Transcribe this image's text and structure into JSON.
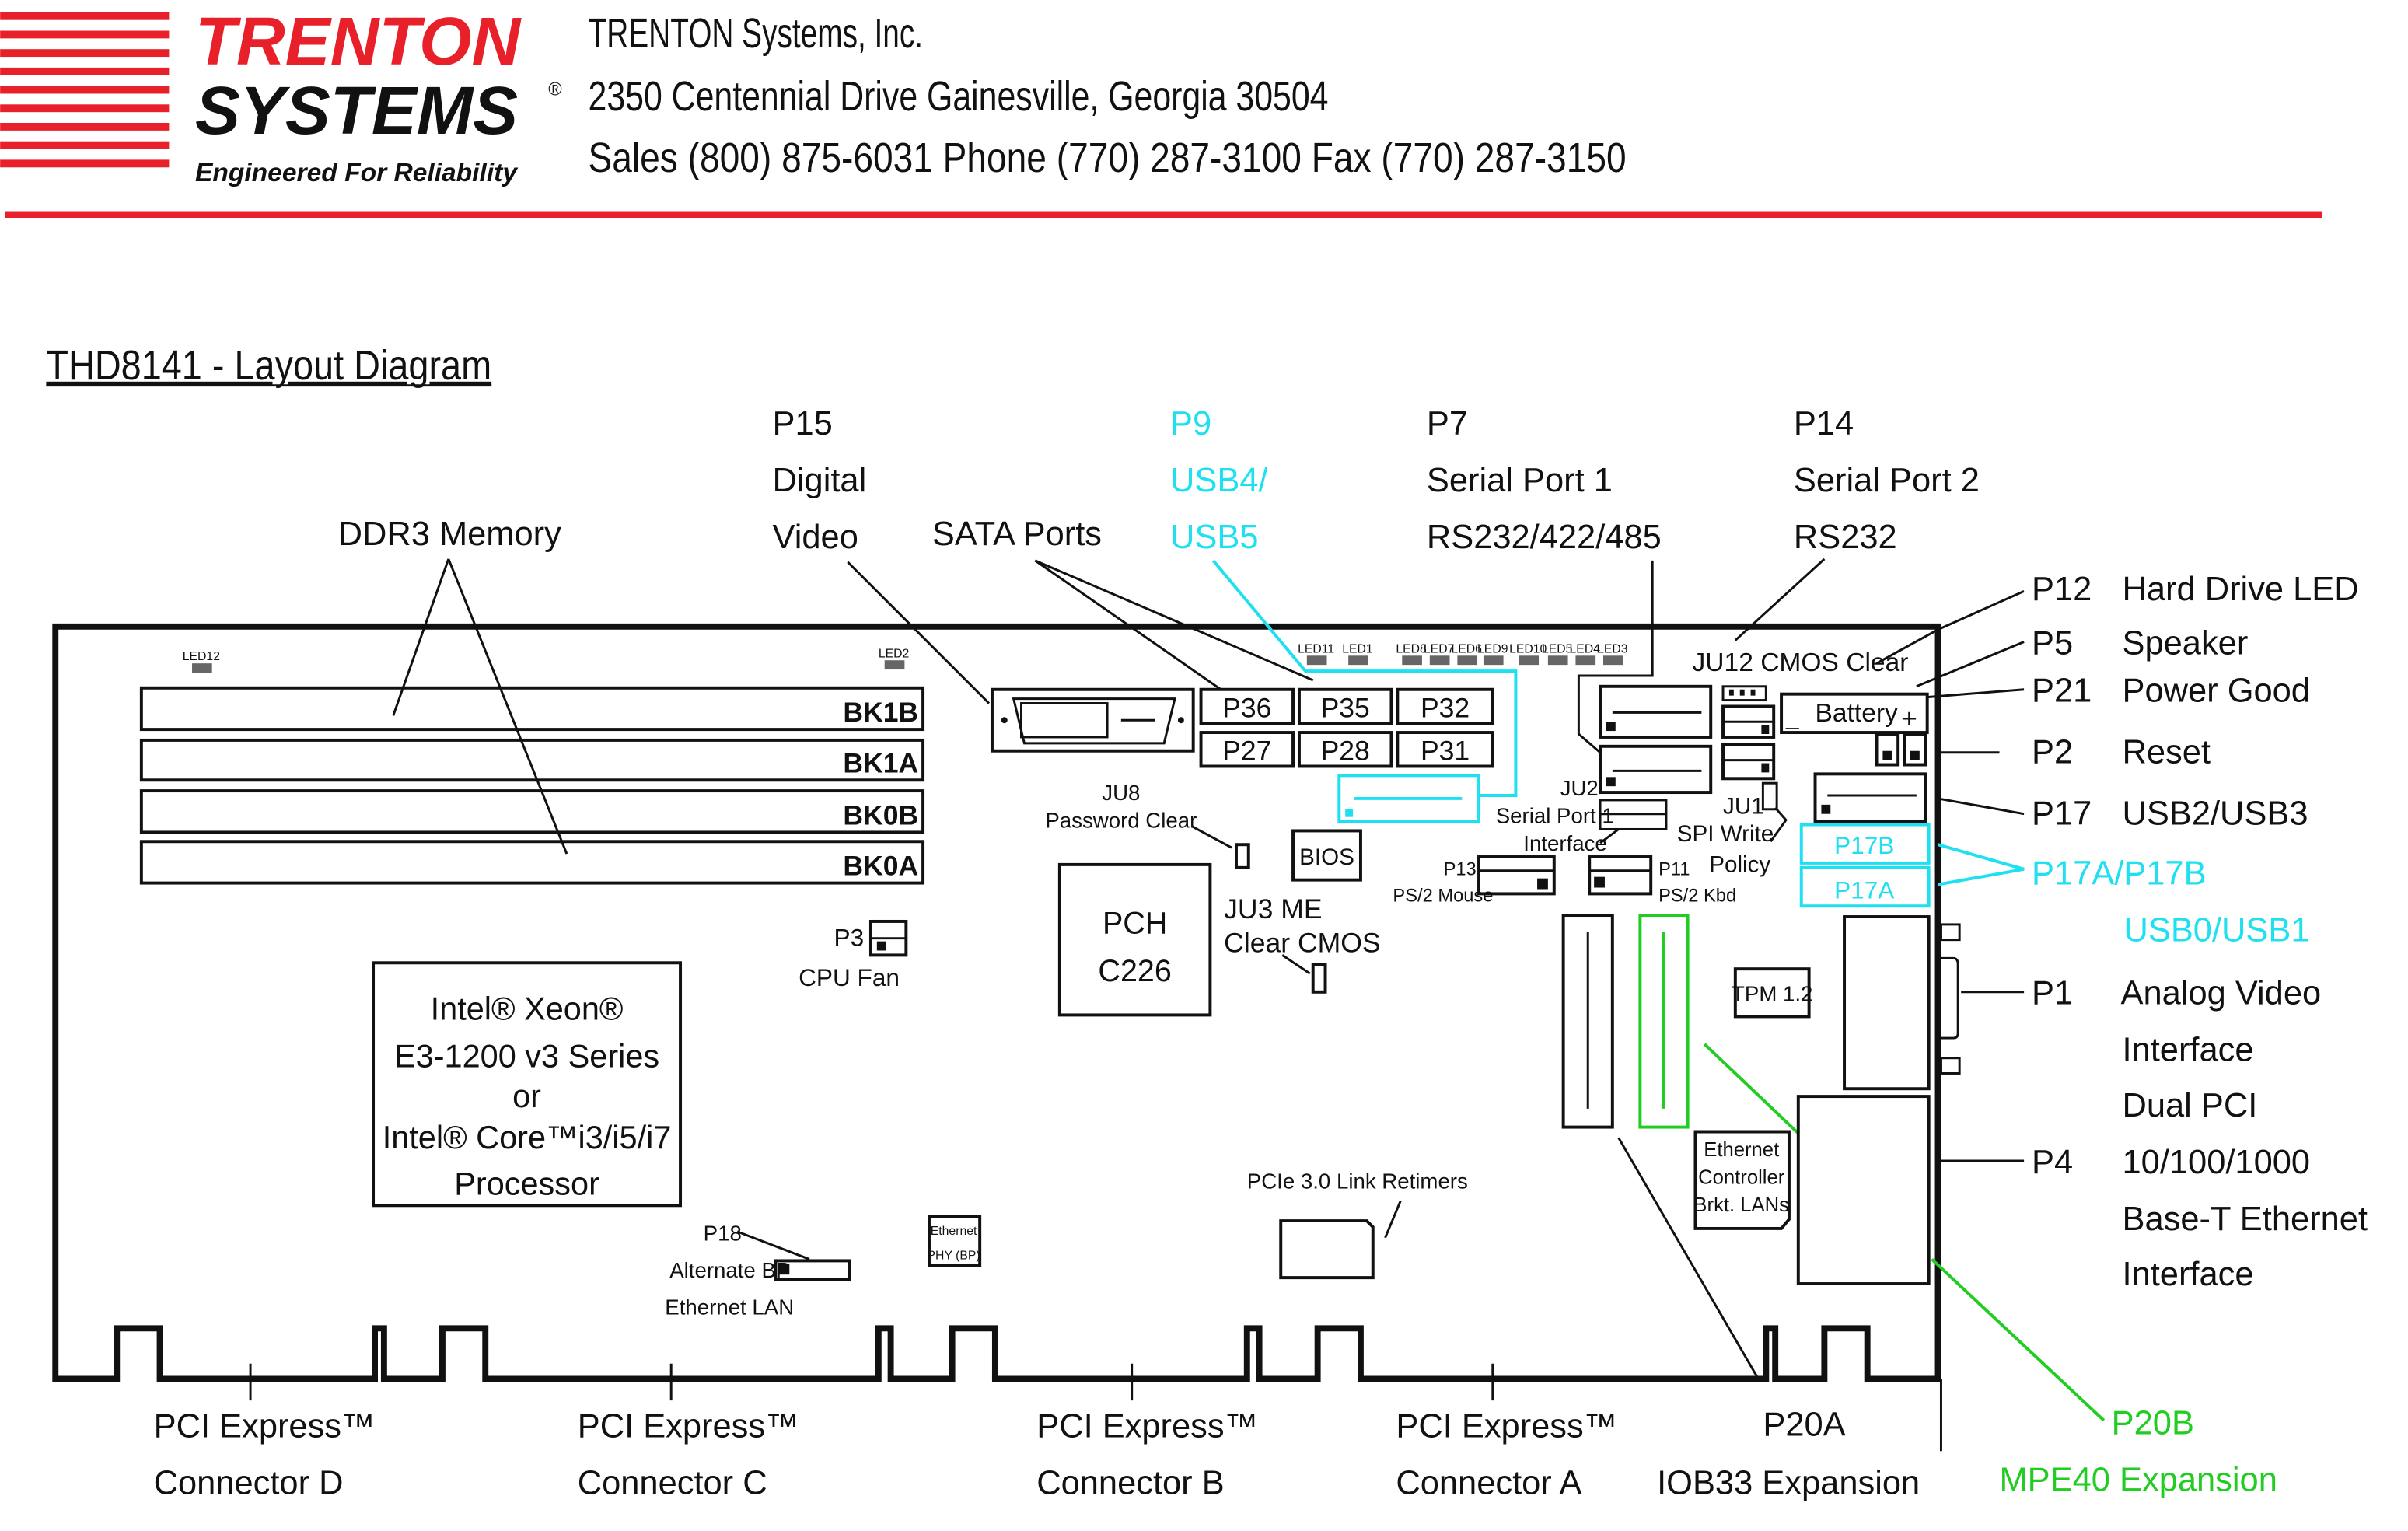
{
  "header": {
    "logo_top": "TRENTON",
    "logo_bottom": "SYSTEMS",
    "tagline": "Engineered For Reliability",
    "company": "TRENTON Systems, Inc.",
    "address": "2350 Centennial Drive  Gainesville, Georgia 30504",
    "phones": "Sales (800) 875-6031  Phone (770) 287-3100  Fax (770) 287-3150",
    "brand_color": "#e8202a"
  },
  "title": "THD8141 - Layout Diagram",
  "colors": {
    "usb_highlight": "#1fe0f0",
    "mpe40_highlight": "#22cc22"
  },
  "top_labels": {
    "p15": [
      "P15",
      "Digital",
      "Video"
    ],
    "p9": [
      "P9",
      "USB4/",
      "USB5"
    ],
    "p7": [
      "P7",
      "Serial Port 1",
      "RS232/422/485"
    ],
    "p14": [
      "P14",
      "Serial Port 2",
      "RS232"
    ],
    "ddr3": "DDR3 Memory",
    "sata": "SATA Ports"
  },
  "right_labels": [
    {
      "id": "P12",
      "desc": "Hard Drive LED"
    },
    {
      "id": "P5",
      "desc": "Speaker"
    },
    {
      "id": "P21",
      "desc": "Power Good"
    },
    {
      "id": "P2",
      "desc": "Reset"
    },
    {
      "id": "P17",
      "desc": "USB2/USB3"
    },
    {
      "id": "P17A/P17B",
      "desc": "USB0/USB1"
    },
    {
      "id": "P1",
      "desc": "Analog Video",
      "desc2": "Interface"
    },
    {
      "id": "P4",
      "desc0": "Dual PCI",
      "desc": "10/100/1000",
      "desc2": "Base-T Ethernet",
      "desc3": "Interface"
    }
  ],
  "bottom_labels": [
    [
      "PCI Express™",
      "Connector D"
    ],
    [
      "PCI Express™",
      "Connector C"
    ],
    [
      "PCI Express™",
      "Connector B"
    ],
    [
      "PCI Express™",
      "Connector A"
    ],
    [
      "P20A",
      "IOB33 Expansion"
    ],
    [
      "P20B",
      "MPE40 Expansion"
    ]
  ],
  "memory": [
    "BK1B",
    "BK1A",
    "BK0B",
    "BK0A"
  ],
  "leds": [
    "LED12",
    "LED2",
    "LED11",
    "LED1",
    "LED8",
    "LED7",
    "LED6",
    "LED9",
    "LED10",
    "LED5",
    "LED4",
    "LED3"
  ],
  "ports": [
    "P36",
    "P35",
    "P32",
    "P27",
    "P28",
    "P31"
  ],
  "components": {
    "ju8": [
      "JU8",
      "Password Clear"
    ],
    "bios": "BIOS",
    "pch": [
      "PCH",
      "C226"
    ],
    "ju3": [
      "JU3 ME",
      "Clear CMOS"
    ],
    "p3": [
      "P3",
      "CPU Fan"
    ],
    "cpu": [
      "Intel® Xeon®",
      "E3-1200 v3 Series",
      "or",
      "Intel® Core™i3/i5/i7",
      "Processor"
    ],
    "p18": [
      "P18",
      "Alternate BP",
      "Ethernet LAN"
    ],
    "phy": [
      "Ethernet",
      "PHY (BP)"
    ],
    "retimers": "PCIe 3.0 Link Retimers",
    "ju12": "JU12 CMOS Clear",
    "battery": "Battery",
    "battery_minus": "_",
    "battery_plus": "+",
    "ju2": "JU2",
    "serial_if": [
      "Serial Port 1",
      "Interface"
    ],
    "ju1": [
      "JU1",
      "SPI Write",
      "Policy"
    ],
    "p13": [
      "P13",
      "PS/2 Mouse"
    ],
    "p11": [
      "P11",
      "PS/2 Kbd"
    ],
    "p17b": "P17B",
    "p17a": "P17A",
    "tpm": "TPM 1.2",
    "eth_ctrl": [
      "Ethernet",
      "Controller",
      "Brkt. LANs"
    ]
  }
}
